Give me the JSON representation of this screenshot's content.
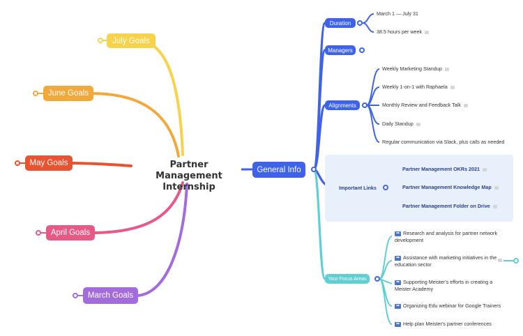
{
  "center": {
    "title_line1": "Partner Management",
    "title_line2": "Internship"
  },
  "goals": {
    "july": "July Goals",
    "june": "June Goals",
    "may": "May Goals",
    "april": "April Goals",
    "march": "March Goals"
  },
  "general_info": {
    "label": "General Info",
    "duration": {
      "label": "Duration",
      "items": [
        "March 1 — July 31",
        "38.5 hours per week"
      ]
    },
    "managers": {
      "label": "Managers"
    },
    "alignments": {
      "label": "Alignments",
      "items": [
        "Weekly Marketing Standup",
        "Weekly 1-on-1 with Raphaela",
        "Monthly Review and Feedback Talk",
        "Daily Standup",
        "Regular communication via Slack, plus calls as needed"
      ]
    },
    "important_links": {
      "label": "Important Links",
      "items": [
        "Partner Management OKRs 2021",
        "Partner Management Knowledge Map",
        "Partner Management Folder on Drive"
      ]
    },
    "focus_areas": {
      "label": "Your Focus Areas",
      "items": [
        "Research and analysis for partner network development",
        "Assistance with marketing initiatives in the education sector",
        "Supporting Meister's efforts in creating a Meister Academy",
        "Organizing Edu webinar for Google Trainers",
        "Help plan Meister's partner conferences"
      ]
    }
  },
  "colors": {
    "july": "#f7d24a",
    "june": "#f2a93b",
    "may": "#e9532f",
    "april": "#e85a86",
    "march": "#a26cdd",
    "blue": "#3f63e8",
    "teal": "#5fcfd4"
  }
}
